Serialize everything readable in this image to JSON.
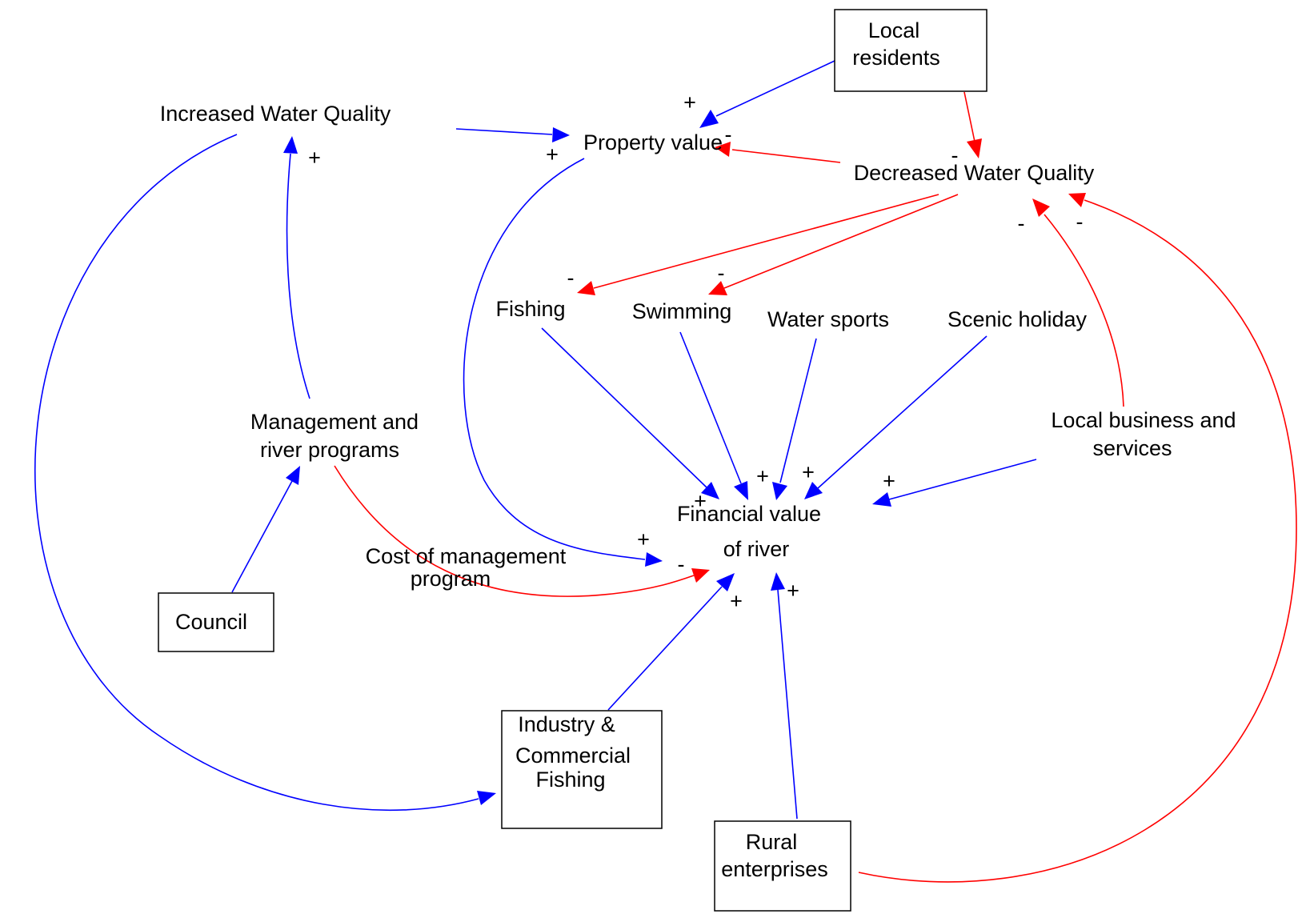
{
  "colors": {
    "positive": "#0000ff",
    "negative": "#ff0000",
    "text": "#000000",
    "box": "#000000"
  },
  "nodes": {
    "local_residents": {
      "line1": "Local",
      "line2": "residents"
    },
    "increased_water_quality": {
      "label": "Increased Water Quality"
    },
    "property_value": {
      "label": "Property value"
    },
    "decreased_water_quality": {
      "label": "Decreased Water Quality"
    },
    "fishing": {
      "label": "Fishing"
    },
    "swimming": {
      "label": "Swimming"
    },
    "water_sports": {
      "label": "Water sports"
    },
    "scenic_holiday": {
      "label": "Scenic holiday"
    },
    "management": {
      "line1": "Management and",
      "line2": "river programs"
    },
    "local_business": {
      "line1": "Local business and",
      "line2": "services"
    },
    "financial_value": {
      "line1": "Financial value",
      "line2": "of river"
    },
    "cost_management": {
      "line1": "Cost of management",
      "line2": "program"
    },
    "council": {
      "label": "Council"
    },
    "industry": {
      "line1": "Industry &",
      "line2": "Commercial",
      "line3": "Fishing"
    },
    "rural": {
      "line1": "Rural",
      "line2": "enterprises"
    }
  },
  "links": [
    {
      "id": "residents-property",
      "from": "Local residents",
      "to": "Property value",
      "polarity": "+"
    },
    {
      "id": "residents-decreased",
      "from": "Local residents",
      "to": "Decreased Water Quality",
      "polarity": "-"
    },
    {
      "id": "increased-property",
      "from": "Increased Water Quality",
      "to": "Property value",
      "polarity": "+"
    },
    {
      "id": "decreased-property",
      "from": "Decreased Water Quality",
      "to": "Property value",
      "polarity": "-"
    },
    {
      "id": "decreased-fishing",
      "from": "Decreased Water Quality",
      "to": "Fishing",
      "polarity": "-"
    },
    {
      "id": "decreased-swimming",
      "from": "Decreased Water Quality",
      "to": "Swimming",
      "polarity": "-"
    },
    {
      "id": "business-decreased",
      "from": "Local business and services",
      "to": "Decreased Water Quality",
      "polarity": "-"
    },
    {
      "id": "rural-decreased",
      "from": "Rural enterprises",
      "to": "Decreased Water Quality",
      "polarity": "-"
    },
    {
      "id": "management-increased",
      "from": "Management and river programs",
      "to": "Increased Water Quality",
      "polarity": "+"
    },
    {
      "id": "council-management",
      "from": "Council",
      "to": "Management and river programs",
      "polarity": ""
    },
    {
      "id": "increased-industry",
      "from": "Increased Water Quality",
      "to": "Industry & Commercial Fishing",
      "polarity": ""
    },
    {
      "id": "property-financial",
      "from": "Property value",
      "to": "Financial value of river",
      "polarity": "+"
    },
    {
      "id": "fishing-financial",
      "from": "Fishing",
      "to": "Financial value of river",
      "polarity": "+"
    },
    {
      "id": "swimming-financial",
      "from": "Swimming",
      "to": "Financial value of river",
      "polarity": "+"
    },
    {
      "id": "watersports-financial",
      "from": "Water sports",
      "to": "Financial value of river",
      "polarity": "+"
    },
    {
      "id": "scenic-financial",
      "from": "Scenic holiday",
      "to": "Financial value of river",
      "polarity": "+"
    },
    {
      "id": "business-financial",
      "from": "Local business and services",
      "to": "Financial value of river",
      "polarity": "+"
    },
    {
      "id": "management-financial",
      "from": "Management and river programs",
      "to": "Financial value of river",
      "polarity": "-"
    },
    {
      "id": "industry-financial",
      "from": "Industry & Commercial Fishing",
      "to": "Financial value of river",
      "polarity": "+"
    },
    {
      "id": "rural-financial",
      "from": "Rural enterprises",
      "to": "Financial value of river",
      "polarity": "+"
    }
  ]
}
